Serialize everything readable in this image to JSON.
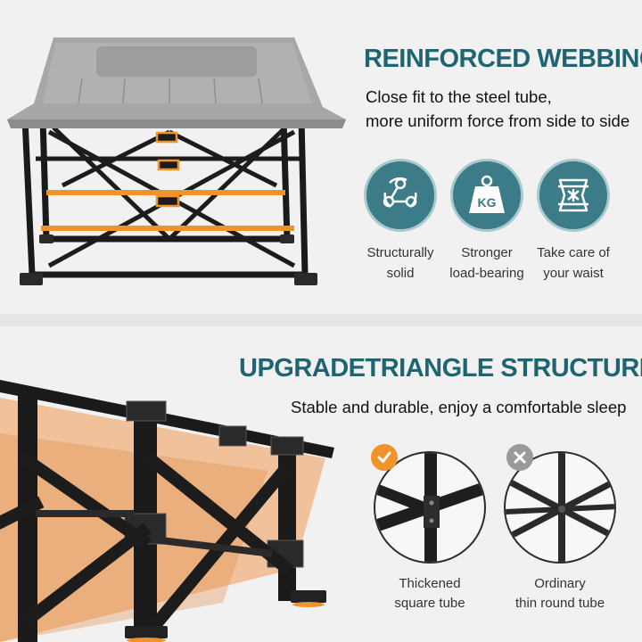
{
  "top": {
    "headline": "REINFORCED WEBBING",
    "subtitle_line1": "Close fit to the steel tube,",
    "subtitle_line2": "more uniform force from side to side",
    "features": [
      {
        "icon": "molecule-icon",
        "line1": "Structurally",
        "line2": "solid"
      },
      {
        "icon": "kg-weight-icon",
        "line1": "Stronger",
        "line2": "load-bearing",
        "icon_text": "KG"
      },
      {
        "icon": "waist-icon",
        "line1": "Take care of",
        "line2": "your waist"
      }
    ]
  },
  "bottom": {
    "headline": "UPGRADETRIANGLE STRUCTURE",
    "subtitle": "Stable and durable, enjoy a comfortable sleep",
    "comparisons": [
      {
        "status": "check",
        "line1": "Thickened",
        "line2": "square tube"
      },
      {
        "status": "cross",
        "line1": "Ordinary",
        "line2": "thin round tube"
      }
    ]
  },
  "colors": {
    "headline": "#1f6571",
    "badge": "#3b7c88",
    "accent_orange": "#f0932b",
    "frame": "#1a1a1a",
    "fabric": "#a7a6a8"
  }
}
